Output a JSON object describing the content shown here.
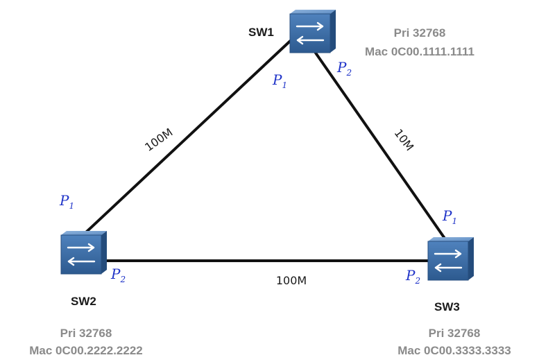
{
  "switches": {
    "sw1": {
      "name": "SW1",
      "pri": "Pri 32768",
      "mac": "Mac 0C00.1111.1111",
      "ports": {
        "p1": {
          "letter": "P",
          "sub": "1"
        },
        "p2": {
          "letter": "P",
          "sub": "2"
        }
      }
    },
    "sw2": {
      "name": "SW2",
      "pri": "Pri 32768",
      "mac": "Mac 0C00.2222.2222",
      "ports": {
        "p1": {
          "letter": "P",
          "sub": "1"
        },
        "p2": {
          "letter": "P",
          "sub": "2"
        }
      }
    },
    "sw3": {
      "name": "SW3",
      "pri": "Pri 32768",
      "mac": "Mac 0C00.3333.3333",
      "ports": {
        "p1": {
          "letter": "P",
          "sub": "1"
        },
        "p2": {
          "letter": "P",
          "sub": "2"
        }
      }
    }
  },
  "links": {
    "sw1_sw2": "100M",
    "sw1_sw3": "10M",
    "sw2_sw3": "100M"
  },
  "colors": {
    "switch_body": "#3f6ea6",
    "annotation": "#1f33c8",
    "info_text": "#8a8a8a"
  },
  "icons": {
    "switch": "network-switch-icon"
  }
}
